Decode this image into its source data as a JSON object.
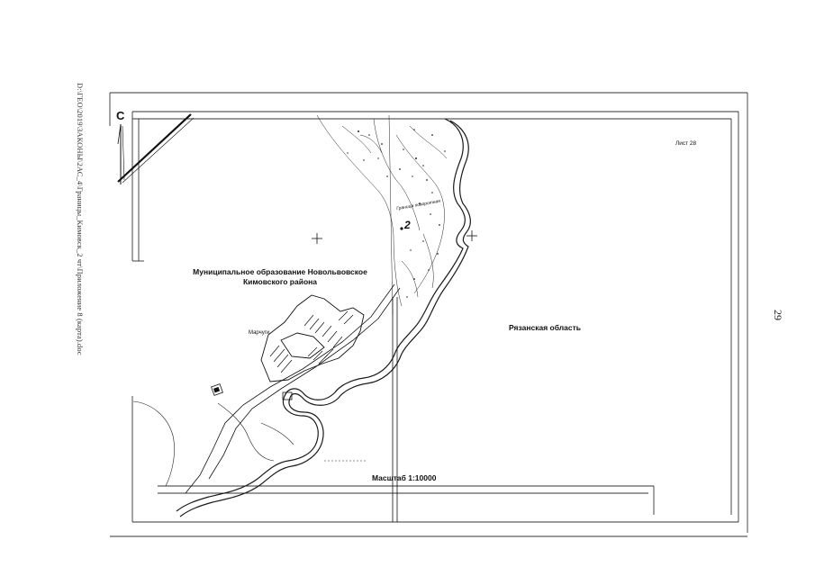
{
  "document": {
    "side_path": "D:\\ГЕО\\2019\\ЗАКОНЫ\\2АС_4\\Границы_Кимовск_2 чт\\Приложение 8 (карта).doc",
    "page_number": "29"
  },
  "map": {
    "north_label": "С",
    "sheet_label": "Лист 28",
    "municipality_line1": "Муниципальное образование Новольвовское",
    "municipality_line2": "Кимовского района",
    "region_label": "Рязанская область",
    "village_label": "Марчуги",
    "boundary_point": "2",
    "boundary_label": "Граница поворотная",
    "scale_label": "Масштаб 1:10000"
  },
  "colors": {
    "ink": "#111111",
    "frame": "#333333",
    "river": "#1a1a1a",
    "paper": "#ffffff"
  }
}
